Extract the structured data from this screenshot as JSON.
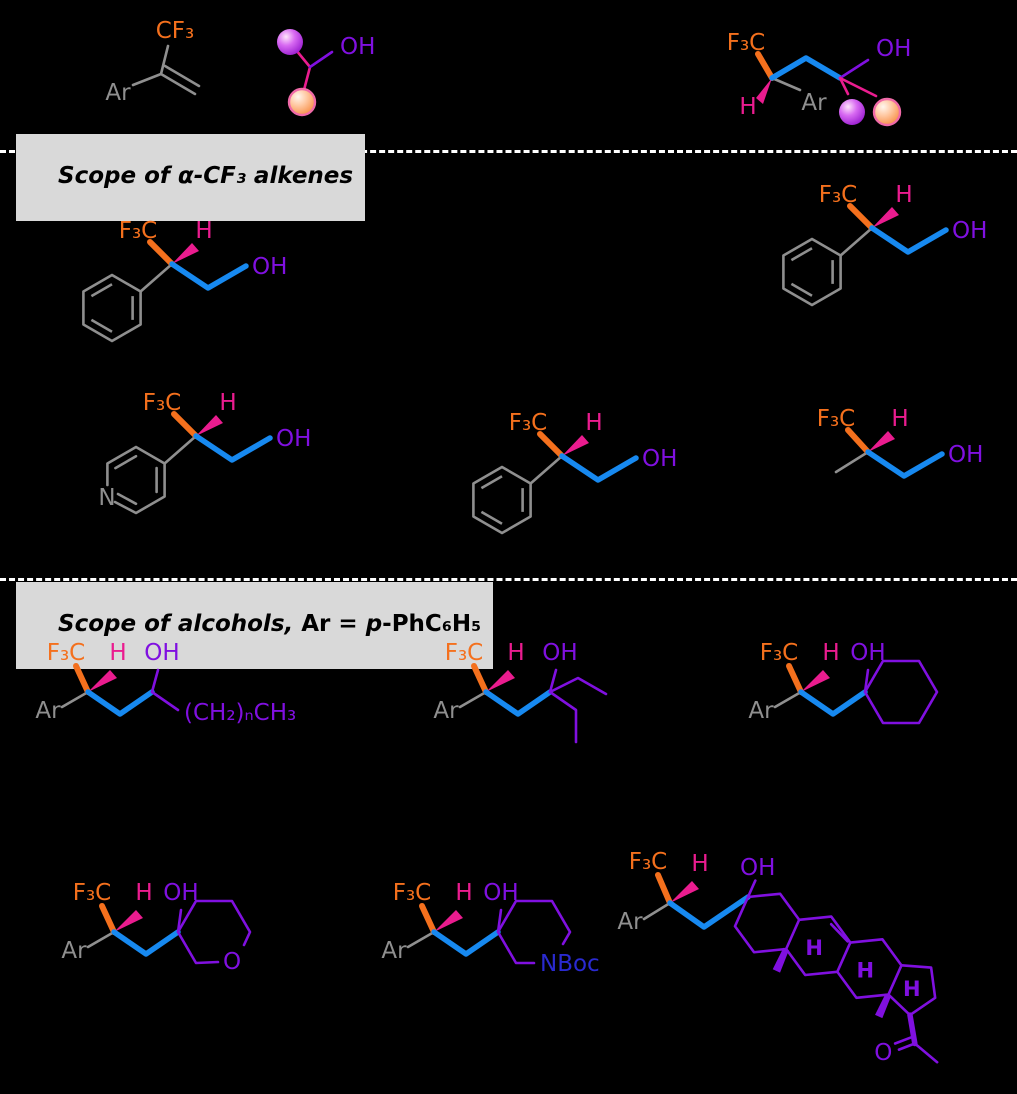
{
  "labels": {
    "f3c": "F₃C",
    "cf3": "CF₃",
    "h": "H",
    "oh": "OH",
    "ar": "Ar",
    "n": "N",
    "o": "O",
    "nboc": "NBoc",
    "alkyl": "(CH₂)ₙCH₃"
  },
  "sections": {
    "scope_alkenes_title": "Scope of α-CF₃ alkenes",
    "scope_alcohols_italic": "Scope of alcohols,",
    "scope_alcohols_ar": " Ar = ",
    "scope_alcohols_p": "p",
    "scope_alcohols_rest": "-PhC₆H₅"
  },
  "colors": {
    "cf3_orange": "#f4701d",
    "h_magenta": "#ea1c8f",
    "chain_blue": "#1789f0",
    "oh_purple": "#8010e0",
    "aryl_gray": "#8f8f8f",
    "nboc_blue": "#2a2ad0",
    "background": "#000000",
    "divider_white": "#ffffff",
    "chip_gray": "#d9d9d9",
    "sphere_purple": "#9b1fd0",
    "sphere_orange": "#f78f47",
    "sphere_orange_ring": "#f06aa8"
  }
}
